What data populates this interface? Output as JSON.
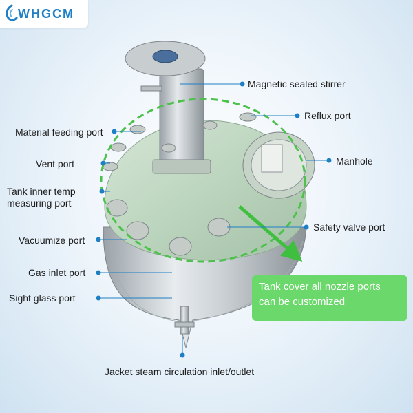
{
  "logo": {
    "text": "WHGCM"
  },
  "labels": {
    "magnetic_stirrer": "Magnetic sealed stirrer",
    "reflux_port": "Reflux port",
    "material_feeding_port": "Material feeding port",
    "vent_port": "Vent port",
    "manhole": "Manhole",
    "tank_inner_temp_line1": "Tank inner temp",
    "tank_inner_temp_line2": "measuring port",
    "safety_valve_port": "Safety valve port",
    "vacuumize_port": "Vacuumize port",
    "gas_inlet_port": "Gas inlet port",
    "sight_glass_port": "Sight glass port",
    "jacket_steam": "Jacket steam circulation inlet/outlet"
  },
  "callout": {
    "line1": "Tank cover all nozzle ports",
    "line2": "can be customized"
  },
  "colors": {
    "leader_dot": "#1f7fc4",
    "cover_green": "#bfd8c0",
    "highlight_green": "#4cc24c",
    "callout_bg": "#6ad86a"
  }
}
